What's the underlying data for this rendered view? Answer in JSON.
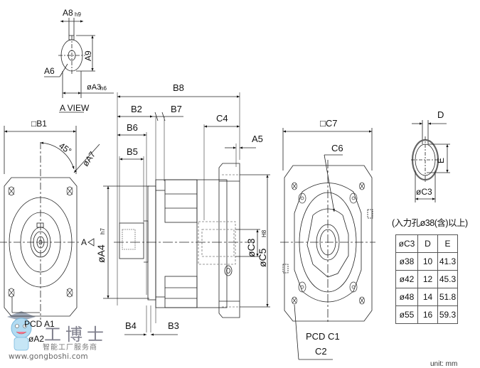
{
  "drawing": {
    "a_view": {
      "title": "A VIEW",
      "dims": {
        "a8": "A8",
        "a8_tol": "h9",
        "a9": "A9",
        "a6": "A6",
        "a3": "øA3",
        "a3_tol": "h6"
      }
    },
    "front_view": {
      "dims": {
        "b1": "□B1",
        "angle": "45°",
        "a7": "øA7",
        "pcd_a1": "PCD A1",
        "a2": "øA2",
        "section_mark": "A"
      }
    },
    "side_view": {
      "dims": {
        "b8": "B8",
        "b2": "B2",
        "b7": "B7",
        "b6": "B6",
        "b5": "B5",
        "c4": "C4",
        "a5": "A5",
        "a4": "øA4",
        "a4_tol": "h7",
        "c3": "øC3",
        "c5": "øC5",
        "c5_tol": "H8",
        "b4": "B4",
        "b3": "B3"
      }
    },
    "rear_view": {
      "dims": {
        "c7": "□C7",
        "c6": "C6",
        "pcd_c1": "PCD C1",
        "c2": "C2"
      }
    },
    "bore_detail": {
      "dims": {
        "d": "D",
        "e": "E",
        "c3": "øC3"
      }
    },
    "bore_table": {
      "note": "(入力孔ø38(含)以上)",
      "headers": [
        "øC3",
        "D",
        "E"
      ],
      "rows": [
        [
          "ø38",
          "10",
          "41.3"
        ],
        [
          "ø42",
          "12",
          "45.3"
        ],
        [
          "ø48",
          "14",
          "51.8"
        ],
        [
          "ø55",
          "16",
          "59.3"
        ]
      ]
    },
    "unit": "unit: mm"
  },
  "watermark": {
    "brand": "工博士",
    "tagline": "智能工厂服务商",
    "url": "www.gongboshi.com"
  },
  "colors": {
    "line": "#222222",
    "hidden": "#777777",
    "center": "#444444"
  }
}
